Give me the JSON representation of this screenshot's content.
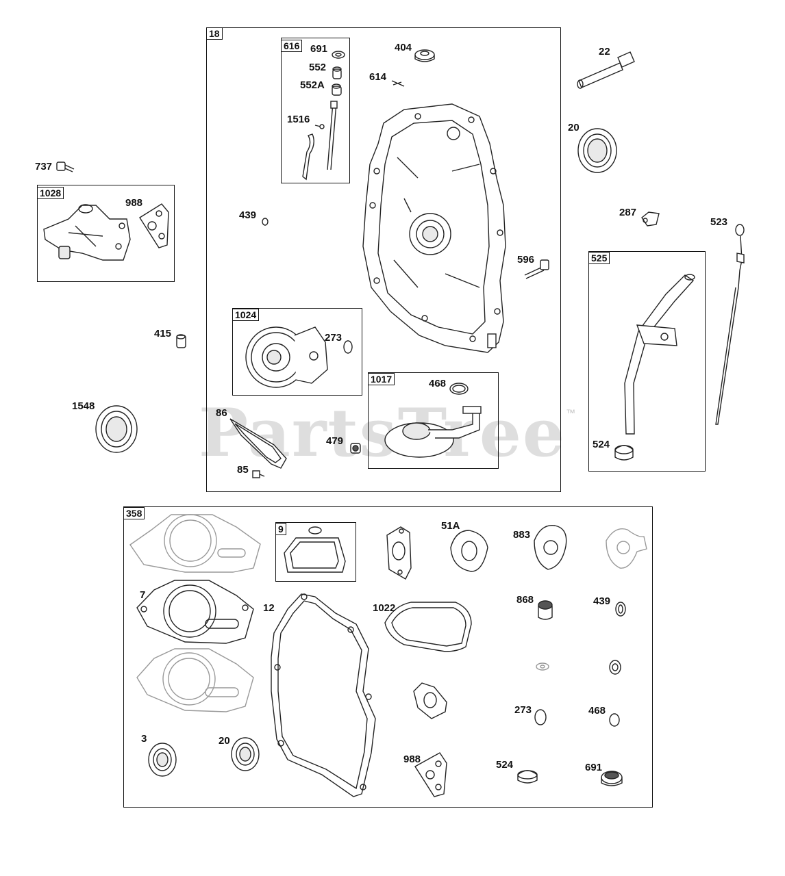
{
  "watermark": {
    "text": "PartsTree",
    "tm": "™"
  },
  "boxes": {
    "b18": "18",
    "b616": "616",
    "b1028": "1028",
    "b1024": "1024",
    "b1017": "1017",
    "b525": "525",
    "b358": "358",
    "b9": "9"
  },
  "labels": {
    "p691a": "691",
    "p552": "552",
    "p552A": "552A",
    "p1516": "1516",
    "p404": "404",
    "p614": "614",
    "p22": "22",
    "p20a": "20",
    "p737": "737",
    "p988a": "988",
    "p439a": "439",
    "p287": "287",
    "p523": "523",
    "p596": "596",
    "p415": "415",
    "p273a": "273",
    "p468a": "468",
    "p1548": "1548",
    "p86": "86",
    "p479": "479",
    "p85": "85",
    "p524a": "524",
    "p51A": "51A",
    "p883": "883",
    "p7": "7",
    "p12": "12",
    "p1022": "1022",
    "p868": "868",
    "p439b": "439",
    "p273b": "273",
    "p468b": "468",
    "p3": "3",
    "p20b": "20",
    "p988b": "988",
    "p524b": "524",
    "p691b": "691"
  }
}
